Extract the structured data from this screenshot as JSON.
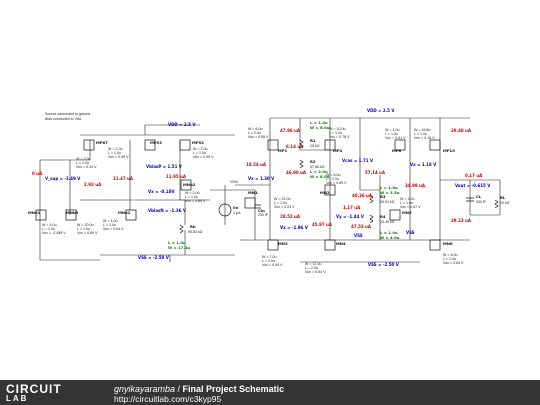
{
  "notes": [
    "Source connected to ground",
    "Bulk connected to Vdd"
  ],
  "supplies": {
    "vdd_left": "VDD = 2.5 V",
    "vdd_right": "VDD = 2.5 V",
    "vss_left": "VSS = -2.50 V",
    "vss_right": "VSS = -2.50 V",
    "vss_a": "VSS",
    "vss_b": "VSS"
  },
  "transistors": {
    "mp7": {
      "name": "MP67",
      "W": "W = 2.0u",
      "L": "L = 1.0u",
      "Vov": "Vov = 0.34 V"
    },
    "mp5": {
      "name": "MP53",
      "W": "W = 2.0u",
      "L": "L = 1.0u",
      "Vov": "Vov = 0.95 V"
    },
    "mp52": {
      "name": "MP52",
      "W": "W = 2.0u",
      "L": "L = 1.0u",
      "Vov": "Vov = 0.95 V"
    },
    "mnb1": {
      "name": "MNb1",
      "W": "W = 4.0u",
      "L": "L = 1.0u",
      "Vov": "Vov = -0.489 V"
    },
    "mnb3": {
      "name": "MNb3",
      "W": "W = 20.0u",
      "L": "L = 1.0u",
      "Vov": "Vov = 0.89 V"
    },
    "mnb4": {
      "name": "MNb1",
      "W": "W = 4.0u",
      "L": "L = 1.0u",
      "Vov": "Vov = 0.64 V"
    },
    "mnb2": {
      "name": "MNb2",
      "W": "W = 2.0u",
      "L": "L = 1.0u",
      "Vov": "Vov = 0.80 V"
    },
    "mp1": {
      "name": "MP1",
      "W": "W = 6.0u",
      "L": "L = 2.0u",
      "Vov": "Vov = 0.68 V"
    },
    "mp4": {
      "name": "MP4",
      "W": "W = 10.0u",
      "L": "L = 1.0u",
      "Vov": "Vov = 0.78 V"
    },
    "mn1": {
      "name": "MN1",
      "W": "W = 31.0u",
      "L": "L = 1.0u",
      "Vov": "Vov = 0.23 V"
    },
    "mn2": {
      "name": "MN2",
      "W": "W = 6.0u",
      "L": "L = 2.0u",
      "Vov": "Vov = 0.89 V"
    },
    "mn3": {
      "name": "MN3",
      "W": "W = 7.0u",
      "L": "L = 2.0u",
      "Vov": "Vov = 0.64 V"
    },
    "mn4": {
      "name": "MN4",
      "W": "W = 12.0u",
      "L": "L = 2.0u",
      "Vov": "Vov = 0.64 V"
    },
    "mn5": {
      "name": "MN5",
      "W": "W = 3.2u",
      "L": "L = 1.0u",
      "Vov": "Vov = 0.57 V"
    },
    "mp8": {
      "name": "MP8",
      "W": "W = 1.0u",
      "L": "L = 1.0u",
      "Vov": "Vov = 0.61 V"
    },
    "mp9": {
      "name": "MP10",
      "W": "W = 49.6u",
      "L": "L = 1.0u",
      "Vov": "Vov = 0.18 V"
    },
    "mn6": {
      "name": "MN6",
      "W": "W = 6.0u",
      "L": "L = 1.0u",
      "Vov": "Vov = 0.64 V"
    }
  },
  "resistors": {
    "rb": {
      "name": "Rb",
      "val": "95.83 kΩ"
    },
    "r1": {
      "name": "R1",
      "val": "25 kΩ"
    },
    "r2": {
      "name": "R2",
      "val": "37.88 kΩ"
    },
    "r3": {
      "name": "R3",
      "val": "26.91 kΩ"
    },
    "r4": {
      "name": "R4",
      "val": "23.45 kΩ"
    },
    "rl": {
      "name": "RL",
      "val": "20 kΩ"
    }
  },
  "caps": {
    "cin": {
      "name": "Cin",
      "val": "230 fF"
    },
    "cl": {
      "name": "CL",
      "val": "200 fF"
    }
  },
  "source": {
    "name": "Iin",
    "val": "1 pA",
    "tag": "100V"
  },
  "green_params": {
    "g1a": "L = 1.0u",
    "g1b": "W = 6.0u",
    "g2a": "L = 1.0u",
    "g2b": "W = 3.5u",
    "g3a": "L = 1.0u",
    "g3b": "W = 17.4u",
    "g4a": "L = 2.0u",
    "g4b": "W = 6.0u",
    "g5a": "L = 1.0u",
    "g5b": "W = 4.0u"
  },
  "currents": {
    "c1": "0 uA",
    "c2": "2.92 uA",
    "c3": "11.47 uA",
    "c4": "11.95 uA",
    "c5": "47.96 uA",
    "c6": "8.14 uA",
    "c7": "18.54 uA",
    "c8": "46.90 uA",
    "c9": "57.14 uA",
    "c10": "34.99 uA",
    "c11": "29.48 uA",
    "c12": "0.17 uA",
    "c13": "28.52 uA",
    "c14": "1.17 uA",
    "c15": "40.26 uA",
    "c16": "47.53 uA",
    "c17": "45.97 uA",
    "c18": "29.23 uA"
  },
  "voltages": {
    "v1": "V_sup = -2.49 V",
    "v2": "Vx = -0.18V",
    "v3": "VbiasP = 1.51 V",
    "v4": "VbiasN = -1.36 V",
    "v5": "Vx = 1.30 V",
    "v6": "Vcas = 1.71 V",
    "v7": "Vx = 1.18 V",
    "v8": "Vout = -0.615 V",
    "v9": "Vx = -1.96 V",
    "v10": "Vy = -1.44 V"
  },
  "footer": {
    "logo_top": "CIRCUIT",
    "logo_bottom": "LAB",
    "user": "gnyikayaramba",
    "sep": " / ",
    "title": "Final Project Schematic",
    "url": "http://circuitlab.com/c3kyp95"
  }
}
